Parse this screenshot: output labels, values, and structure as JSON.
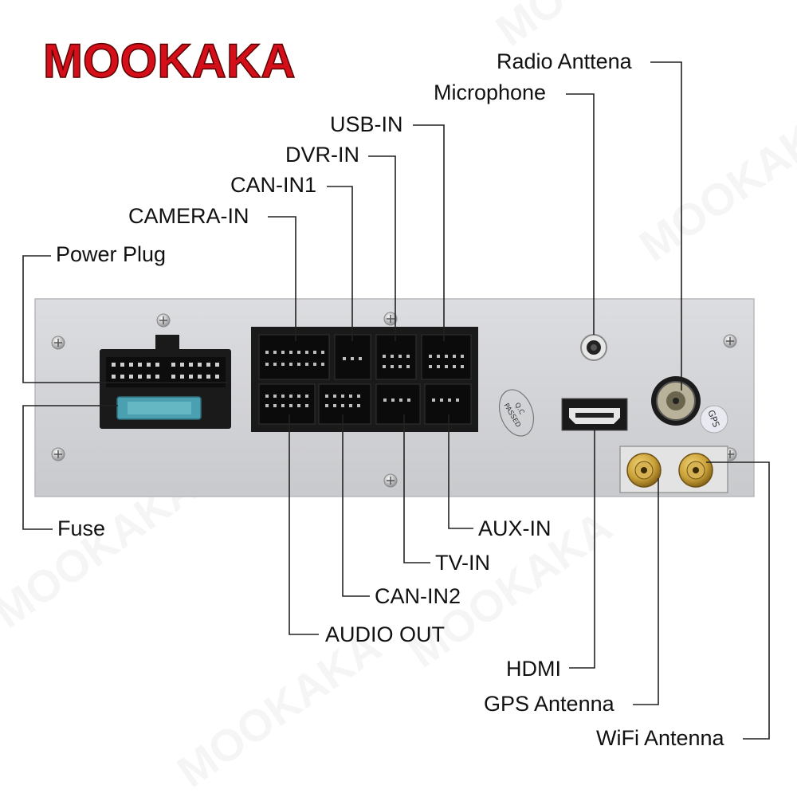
{
  "brand": {
    "logo_text": "MOOKAKA",
    "watermark_text": "MOOKAKA"
  },
  "labels": {
    "radio_antenna": "Radio Anttena",
    "microphone": "Microphone",
    "usb_in": "USB-IN",
    "dvr_in": "DVR-IN",
    "can_in1": "CAN-IN1",
    "camera_in": "CAMERA-IN",
    "power_plug": "Power Plug",
    "fuse": "Fuse",
    "aux_in": "AUX-IN",
    "tv_in": "TV-IN",
    "can_in2": "CAN-IN2",
    "audio_out": "AUDIO OUT",
    "hdmi": "HDMI",
    "gps_antenna": "GPS Antenna",
    "wifi_antenna": "WiFi Antenna"
  },
  "device": {
    "gps_sticker": "GPS",
    "qc_stamp_line1": "Q.C",
    "qc_stamp_line2": "PASSED"
  },
  "colors": {
    "panel": "#d4d5d8",
    "connector_block": "#1a1a1a",
    "fuse": "#4aa0b0",
    "logo": "#d40f1a",
    "sma_gold": "#c9a038"
  }
}
